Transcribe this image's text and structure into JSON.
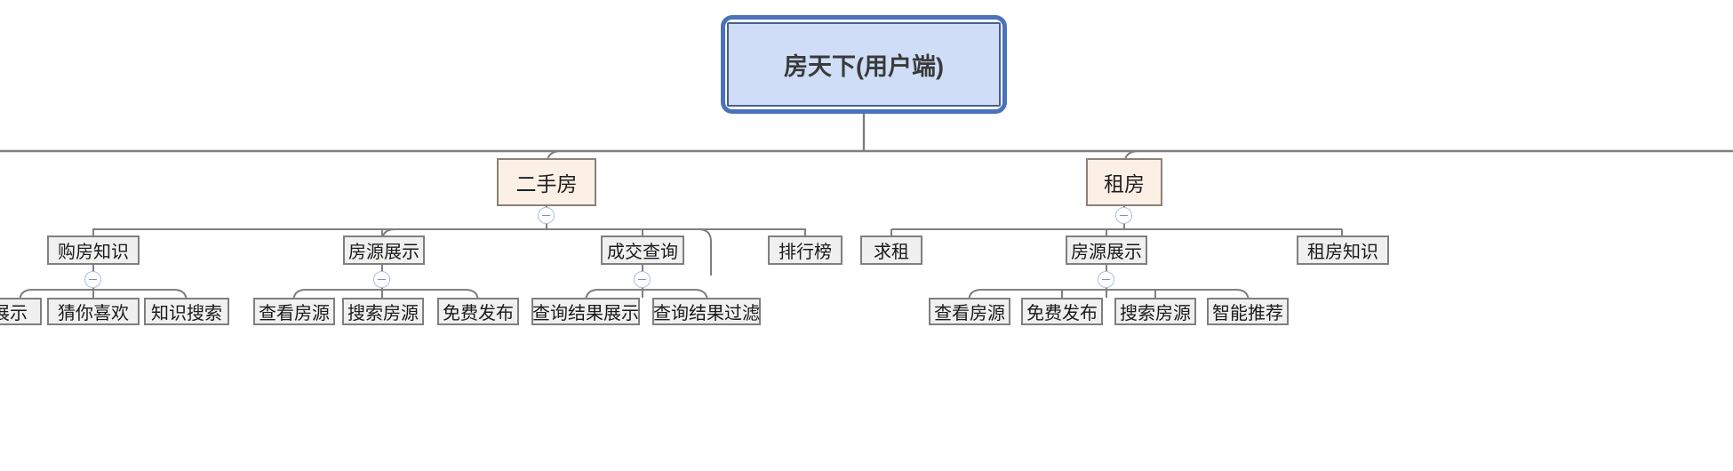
{
  "diagram": {
    "type": "tree-sitemap",
    "title": "房天下(用户端)",
    "root": {
      "label": "房天下(用户端)",
      "selected": true,
      "fill": "#cfddf7",
      "border": "#4a5f8e",
      "selection_color": "#4a72bd"
    },
    "categories": [
      {
        "label": "二手房",
        "fill": "#fcf0e6",
        "border": "#8c8176",
        "toggle": "collapse-minus",
        "sections": [
          {
            "label": "购房知识",
            "toggle": "collapse-minus",
            "leaves": [
              "展示",
              "猜你喜欢",
              "知识搜索"
            ]
          },
          {
            "label": "房源展示",
            "toggle": "collapse-minus",
            "leaves": [
              "查看房源",
              "搜索房源",
              "免费发布"
            ]
          },
          {
            "label": "成交查询",
            "toggle": "collapse-minus",
            "leaves": [
              "查询结果展示",
              "查询结果过滤"
            ]
          },
          {
            "label": "排行榜",
            "toggle": null,
            "leaves": []
          }
        ]
      },
      {
        "label": "租房",
        "fill": "#fcf0e6",
        "border": "#8c8176",
        "toggle": "collapse-minus",
        "sections": [
          {
            "label": "求租",
            "toggle": null,
            "leaves": []
          },
          {
            "label": "房源展示",
            "toggle": "collapse-minus",
            "leaves": [
              "查看房源",
              "免费发布",
              "搜索房源",
              "智能推荐"
            ]
          },
          {
            "label": "租房知识",
            "toggle": null,
            "leaves": []
          }
        ]
      }
    ],
    "nodes": {
      "root": "房天下(用户端)",
      "cat_0": "二手房",
      "cat_1": "租房",
      "s_0_0": "购房知识",
      "s_0_1": "房源展示",
      "s_0_2": "成交查询",
      "s_0_3": "排行榜",
      "s_1_0": "求租",
      "s_1_1": "房源展示",
      "s_1_2": "租房知识",
      "l_0_0_0": "展示",
      "l_0_0_1": "猜你喜欢",
      "l_0_0_2": "知识搜索",
      "l_0_1_0": "查看房源",
      "l_0_1_1": "搜索房源",
      "l_0_1_2": "免费发布",
      "l_0_2_0": "查询结果展示",
      "l_0_2_1": "查询结果过滤",
      "l_1_1_0": "查看房源",
      "l_1_1_1": "免费发布",
      "l_1_1_2": "搜索房源",
      "l_1_1_3": "智能推荐"
    },
    "colors": {
      "line": "#7f7f7f",
      "node_fill": "#f0f0f0",
      "node_border": "#7f7f7f",
      "category_fill": "#fcf0e6",
      "category_border": "#8c8176",
      "root_fill": "#cfddf7",
      "root_border": "#4a5f8e",
      "accent": "#4a72bd",
      "toggle_border": "#a8bfe0",
      "toggle_glyph": "#7b93b8",
      "background": "#ffffff"
    }
  }
}
